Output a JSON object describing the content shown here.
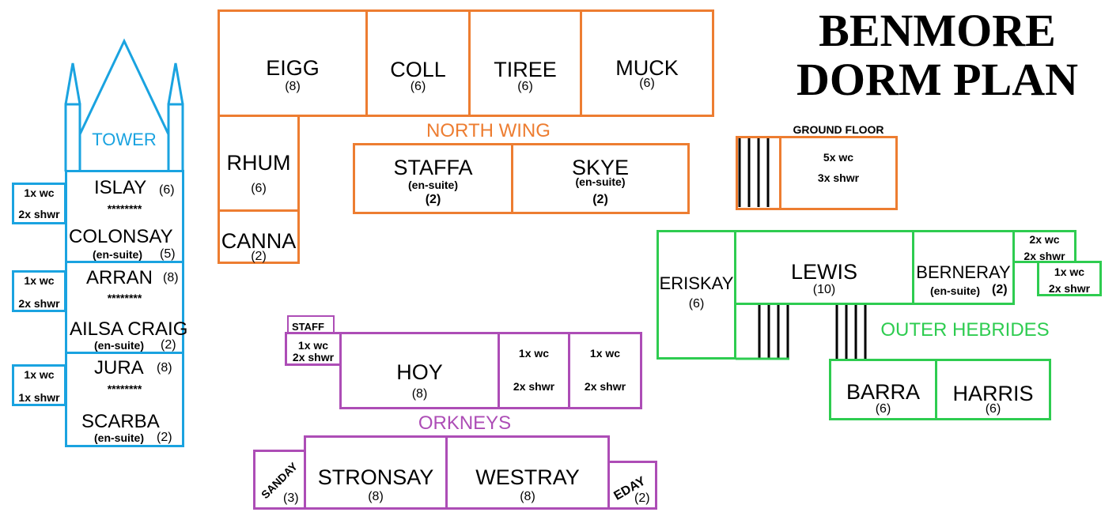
{
  "title": {
    "line1": "BENMORE",
    "line2": "DORM PLAN"
  },
  "colors": {
    "north": "#ED7D31",
    "tower": "#1AA3E0",
    "outer": "#2ECC50",
    "orkneys": "#AD4DB6"
  },
  "north_wing": {
    "label": "NORTH WING",
    "eigg": {
      "name": "EIGG",
      "beds": "(8)"
    },
    "coll": {
      "name": "COLL",
      "beds": "(6)"
    },
    "tiree": {
      "name": "TIREE",
      "beds": "(6)"
    },
    "muck": {
      "name": "MUCK",
      "beds": "(6)"
    },
    "rhum": {
      "name": "RHUM",
      "beds": "(6)"
    },
    "canna": {
      "name": "CANNA",
      "beds": "(2)"
    },
    "staffa": {
      "name": "STAFFA",
      "note": "(en-suite)",
      "beds": "(2)"
    },
    "skye": {
      "name": "SKYE",
      "note": "(en-suite)",
      "beds": "(2)"
    }
  },
  "ground_floor": {
    "label": "GROUND FLOOR",
    "wc": "5x wc",
    "shwr": "3x shwr"
  },
  "tower": {
    "label": "TOWER",
    "islay": {
      "name": "ISLAY",
      "beds": "(6)"
    },
    "stars1": "********",
    "colonsay": {
      "name": "COLONSAY",
      "note": "(en-suite)",
      "beds": "(5)"
    },
    "arran": {
      "name": "ARRAN",
      "beds": "(8)"
    },
    "stars2": "********",
    "ailsa": {
      "name": "AILSA CRAIG",
      "note": "(en-suite)",
      "beds": "(2)"
    },
    "jura": {
      "name": "JURA",
      "beds": "(8)"
    },
    "stars3": "********",
    "scarba": {
      "name": "SCARBA",
      "note": "(en-suite)",
      "beds": "(2)"
    },
    "bath1": {
      "wc": "1x wc",
      "shwr": "2x shwr"
    },
    "bath2": {
      "wc": "1x wc",
      "shwr": "2x shwr"
    },
    "bath3": {
      "wc": "1x wc",
      "shwr": "1x shwr"
    }
  },
  "outer_hebrides": {
    "label": "OUTER HEBRIDES",
    "eriskay": {
      "name": "ERISKAY",
      "beds": "(6)"
    },
    "lewis": {
      "name": "LEWIS",
      "beds": "(10)"
    },
    "berneray": {
      "name": "BERNERAY",
      "note": "(en-suite)",
      "beds": "(2)"
    },
    "bath1": {
      "wc": "2x wc",
      "shwr": "2x shwr"
    },
    "bath2": {
      "wc": "1x wc",
      "shwr": "2x shwr"
    },
    "barra": {
      "name": "BARRA",
      "beds": "(6)"
    },
    "harris": {
      "name": "HARRIS",
      "beds": "(6)"
    }
  },
  "orkneys": {
    "label": "ORKNEYS",
    "staff": {
      "name": "STAFF"
    },
    "staff_bath": {
      "wc": "1x wc",
      "shwr": "2x shwr"
    },
    "hoy": {
      "name": "HOY",
      "beds": "(8)"
    },
    "bath1": {
      "wc": "1x wc",
      "shwr": "2x shwr"
    },
    "bath2": {
      "wc": "1x wc",
      "shwr": "2x shwr"
    },
    "sanday": {
      "name": "SANDAY",
      "beds": "(3)"
    },
    "stronsay": {
      "name": "STRONSAY",
      "beds": "(8)"
    },
    "westray": {
      "name": "WESTRAY",
      "beds": "(8)"
    },
    "eday": {
      "name": "EDAY",
      "beds": "(2)"
    }
  }
}
